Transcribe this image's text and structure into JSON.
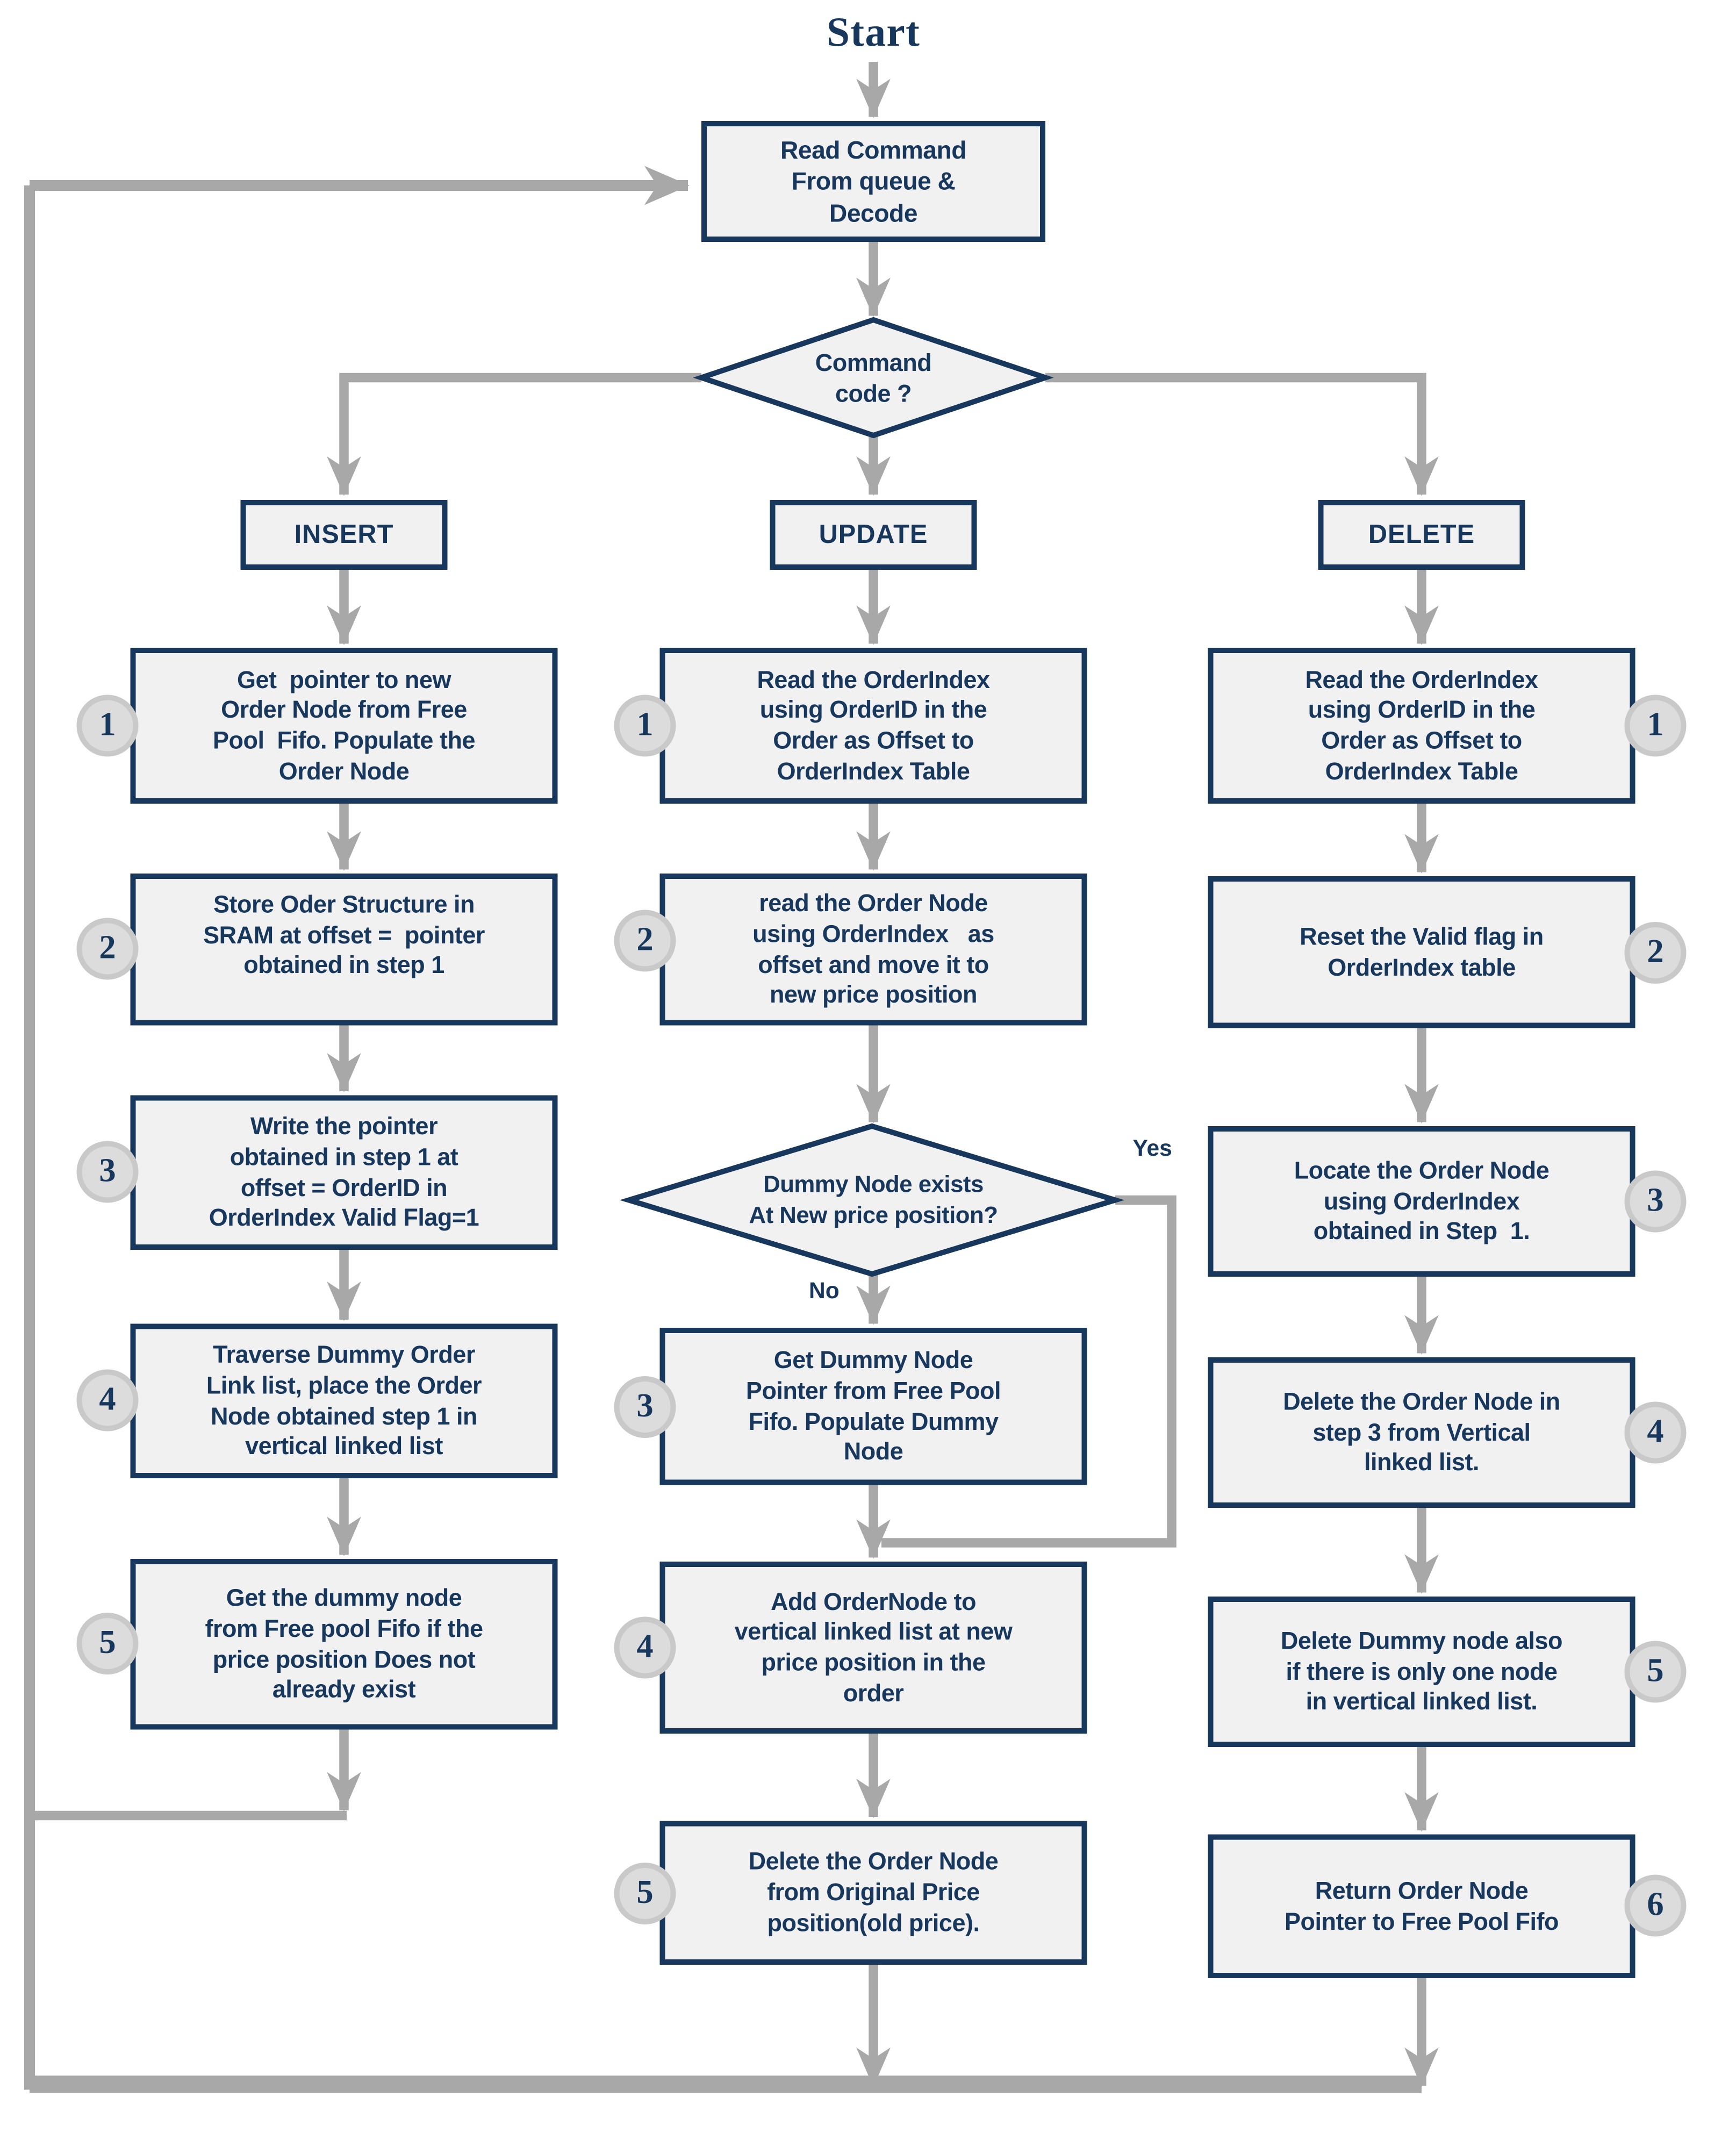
{
  "title": "Start",
  "colors": {
    "accent_navy": "#17375d",
    "node_fill": "#f1f1f1",
    "arrow_gray": "#a8a8a8",
    "circle_fill": "#dcdcdc",
    "circle_border": "#c9c9c9"
  },
  "flowchart": {
    "start_label": "Start",
    "read_command": {
      "text": "Read Command\nFrom queue &\nDecode"
    },
    "decision": {
      "text": "Command\ncode ?"
    },
    "branches": [
      {
        "id": "insert",
        "label": "INSERT",
        "steps": [
          {
            "num": "1",
            "text": "Get  pointer to new\nOrder Node from Free\nPool  Fifo. Populate the\nOrder Node"
          },
          {
            "num": "2",
            "text": "Store Oder Structure in\nSRAM at offset =  pointer\nobtained in step 1"
          },
          {
            "num": "3",
            "text": "Write the pointer\nobtained in step 1 at\noffset = OrderID in\nOrderIndex Valid Flag=1"
          },
          {
            "num": "4",
            "text": "Traverse Dummy Order\nLink list, place the Order\nNode obtained step 1 in\nvertical linked list"
          },
          {
            "num": "5",
            "text": "Get the dummy node\nfrom Free pool Fifo if the\nprice position Does not\nalready exist"
          }
        ]
      },
      {
        "id": "update",
        "label": "UPDATE",
        "decision": {
          "text": "Dummy Node exists\nAt New price position?",
          "yes_label": "Yes",
          "no_label": "No"
        },
        "steps": [
          {
            "num": "1",
            "text": "Read the OrderIndex\nusing OrderID in the\nOrder as Offset to\nOrderIndex Table"
          },
          {
            "num": "2",
            "text": "read the Order Node\nusing OrderIndex   as\noffset and move it to\nnew price position"
          },
          {
            "num": "3",
            "text": "Get Dummy Node\nPointer from Free Pool\nFifo. Populate Dummy\nNode"
          },
          {
            "num": "4",
            "text": "Add OrderNode to\nvertical linked list at new\nprice position in the\norder"
          },
          {
            "num": "5",
            "text": "Delete the Order Node\nfrom Original Price\nposition(old price)."
          }
        ]
      },
      {
        "id": "delete",
        "label": "DELETE",
        "steps": [
          {
            "num": "1",
            "text": "Read the OrderIndex\nusing OrderID in the\nOrder as Offset to\nOrderIndex Table"
          },
          {
            "num": "2",
            "text": "Reset the Valid flag in\nOrderIndex table"
          },
          {
            "num": "3",
            "text": "Locate the Order Node\nusing OrderIndex\nobtained in Step  1."
          },
          {
            "num": "4",
            "text": "Delete the Order Node in\nstep 3 from Vertical\nlinked list."
          },
          {
            "num": "5",
            "text": "Delete Dummy node also\nif there is only one node\nin vertical linked list."
          },
          {
            "num": "6",
            "text": "Return Order Node\nPointer to Free Pool Fifo"
          }
        ]
      }
    ]
  }
}
